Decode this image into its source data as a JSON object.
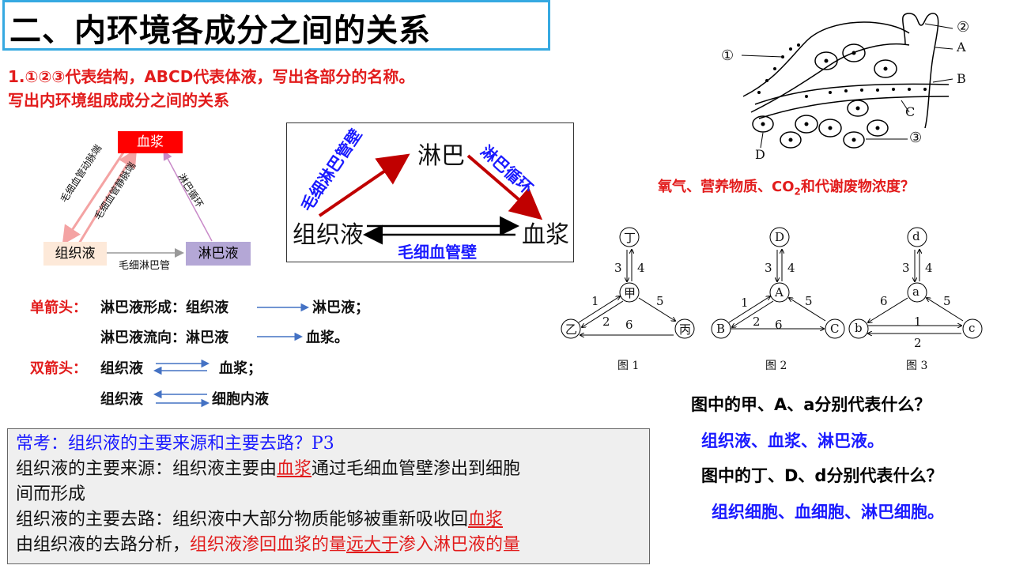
{
  "title": "二、内环境各成分之间的关系",
  "question1": {
    "line1": "1.①②③代表结构，ABCD代表体液，写出各部分的名称。",
    "line2": "写出内环境组成成分之间的关系"
  },
  "left_diagram": {
    "plasma": "血浆",
    "tissue_fluid": "组织液",
    "lymph": "淋巴液",
    "arterial_end": "毛细血管动脉端",
    "venous_end": "毛细血管静脉端",
    "lymph_circulation": "淋巴循环",
    "lymph_capillary": "毛细淋巴管"
  },
  "mid_diagram": {
    "lymph": "淋巴",
    "tissue_fluid": "组织液",
    "plasma": "血浆",
    "lymph_capillary_wall": "毛细淋巴管壁",
    "lymph_circulation": "淋巴循环",
    "capillary_wall": "毛细血管壁"
  },
  "arrows": {
    "single_label": "单箭头：",
    "single_1_prefix": "淋巴液形成：组织液",
    "single_1_suffix": "淋巴液；",
    "single_2_prefix": "淋巴液流向：淋巴液",
    "single_2_suffix": "血浆。",
    "double_label": "双箭头：",
    "double_1_prefix": "组织液",
    "double_1_suffix": "血浆；",
    "double_2_prefix": "组织液",
    "double_2_suffix": "细胞内液"
  },
  "bottom_box": {
    "line1": "常考：组织液的主要来源和主要去路？P3",
    "line2_a": "组织液的主要来源：组织液主要由",
    "line2_b": "血浆",
    "line2_c": "通过毛细血管壁渗出到细胞",
    "line3": "间而形成",
    "line4_a": "组织液的主要去路：组织液中大部分物质能够被重新吸收回",
    "line4_b": "血浆",
    "line5_a": "由组织液的去路分析，",
    "line5_b": "组织液渗回血浆的量",
    "line5_c": "远大于",
    "line5_d": "渗入淋巴液的量"
  },
  "tissue_figure": {
    "labels": [
      "①",
      "②",
      "③",
      "A",
      "B",
      "C",
      "D"
    ],
    "question": "氧气、营养物质、CO",
    "question_sub": "2",
    "question_end": "和代谢废物浓度？"
  },
  "graphs": [
    {
      "caption": "图 1",
      "top": "丁",
      "center": "甲",
      "left": "乙",
      "right": "丙",
      "numbers": [
        "1",
        "2",
        "3",
        "4",
        "5",
        "6"
      ]
    },
    {
      "caption": "图 2",
      "top": "D",
      "center": "A",
      "left": "B",
      "right": "C",
      "numbers": [
        "1",
        "2",
        "3",
        "4",
        "5",
        "6"
      ]
    },
    {
      "caption": "图 3",
      "top": "d",
      "center": "a",
      "left": "b",
      "right": "c",
      "numbers": [
        "1",
        "2",
        "3",
        "4",
        "5",
        "6"
      ]
    }
  ],
  "qa": {
    "q1": "图中的甲、A、a分别代表什么？",
    "a1": "组织液、血浆、淋巴液。",
    "q2": "图中的丁、D、d分别代表什么？",
    "a2": "组织细胞、血细胞、淋巴细胞。"
  },
  "colors": {
    "title_border": "#36a9e1",
    "red": "#e21c1c",
    "blue": "#1a1aff",
    "plasma_box": "#ff0000",
    "tissue_box": "#fde9d9",
    "lymph_box": "#b4a7d6"
  }
}
